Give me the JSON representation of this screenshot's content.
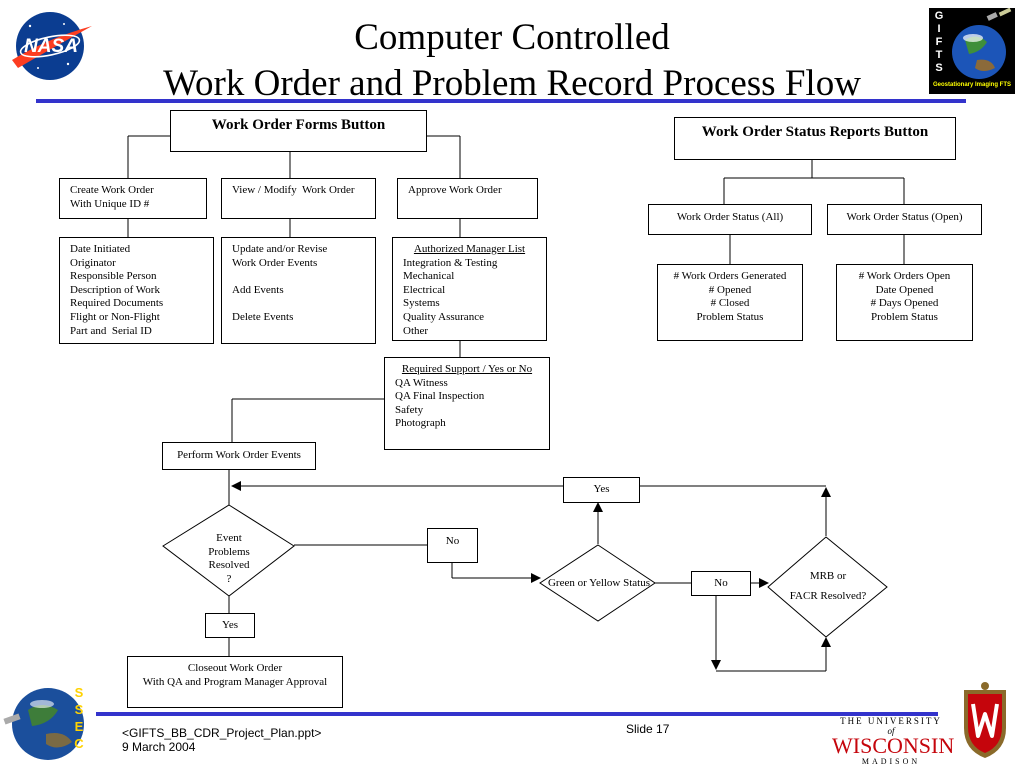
{
  "slide": {
    "title_line1": "Computer Controlled",
    "title_line2": "Work Order and Problem Record Process Flow",
    "footer_file": "<GIFTS_BB_CDR_Project_Plan.ppt>",
    "footer_date": "9 March 2004",
    "slide_number": "Slide 17"
  },
  "logos": {
    "nasa": "NASA",
    "gifts_vertical": [
      "G",
      "I",
      "F",
      "T",
      "S"
    ],
    "gifts_caption": "Geostationary Imaging FTS",
    "ssec": [
      "S",
      "S",
      "E",
      "C"
    ],
    "uw_line1": "THE UNIVERSITY",
    "uw_of": "of",
    "uw_line2": "WISCONSIN",
    "uw_line3": "MADISON",
    "colors": {
      "nasa_blue": "#0b3d91",
      "nasa_red": "#fc3d21",
      "uw_red": "#c5050c",
      "rule_blue": "#3333cc"
    }
  },
  "flow": {
    "forms_button": "Work Order Forms Button",
    "status_button": "Work Order Status Reports Button",
    "create": [
      "Create Work Order",
      "With Unique ID #"
    ],
    "view_modify": [
      "View / Modify  Work Order"
    ],
    "approve": [
      "Approve Work Order"
    ],
    "create_details": [
      "Date Initiated",
      "Originator",
      "Responsible Person",
      "Description of Work",
      "Required Documents",
      "Flight or Non-Flight",
      "Part and  Serial ID"
    ],
    "view_details": [
      "Update and/or Revise",
      "Work Order Events",
      "",
      "Add Events",
      "",
      "Delete Events"
    ],
    "approve_heading": "Authorized Manager List",
    "approve_details": [
      "Integration & Testing",
      "Mechanical",
      "Electrical",
      "Systems",
      "Quality Assurance",
      "Other"
    ],
    "support_heading": "Required Support / Yes or No",
    "support_details": [
      "QA Witness",
      "QA Final Inspection",
      "Safety",
      "Photograph"
    ],
    "status_all": "Work Order Status (All)",
    "status_open": "Work Order Status (Open)",
    "status_all_details": [
      "# Work Orders Generated",
      "# Opened",
      "# Closed",
      "Problem Status"
    ],
    "status_open_details": [
      "# Work Orders Open",
      "Date Opened",
      "# Days Opened",
      "Problem Status"
    ],
    "perform": "Perform Work Order Events",
    "decision_event": [
      "Event",
      "Problems",
      "Resolved",
      "?"
    ],
    "decision_status": "Green or Yellow Status",
    "decision_mrb": [
      "MRB or",
      "FACR Resolved?"
    ],
    "yes_top": "Yes",
    "no_1": "No",
    "no_2": "No",
    "yes_bottom": "Yes",
    "closeout": [
      "Closeout Work Order",
      "With QA and Program Manager Approval"
    ]
  }
}
